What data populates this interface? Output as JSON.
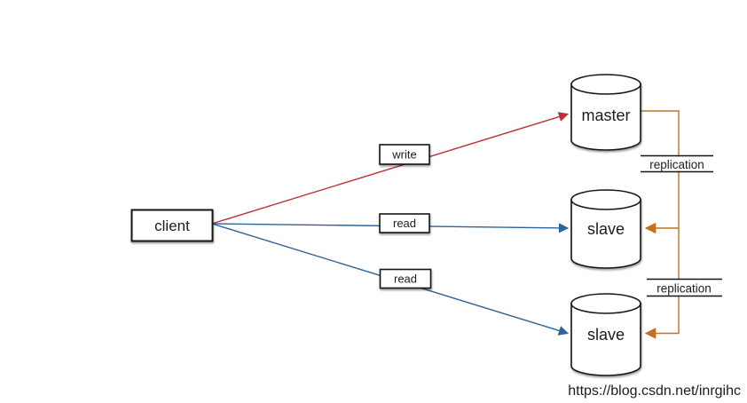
{
  "diagram": {
    "type": "master-slave-replication-diagram",
    "background": "#ffffff"
  },
  "colors": {
    "write_edge": "#bb3138",
    "read_edge": "#2d639c",
    "replication_edge": "#c4701f",
    "node_stroke": "#141414",
    "watermark_text": "#d8d8d8"
  },
  "nodes": {
    "client": {
      "label": "client",
      "shape": "rectangle"
    },
    "master": {
      "label": "master",
      "shape": "database-cylinder"
    },
    "slave_top": {
      "label": "slave",
      "shape": "database-cylinder"
    },
    "slave_bottom": {
      "label": "slave",
      "shape": "database-cylinder"
    }
  },
  "edges": {
    "write": {
      "label": "write",
      "from": "client",
      "to": "master"
    },
    "read_top": {
      "label": "read",
      "from": "client",
      "to": "slave_top"
    },
    "read_bottom": {
      "label": "read",
      "from": "client",
      "to": "slave_bottom"
    },
    "replication_top": {
      "label": "replication",
      "from": "master",
      "to": "slave_top"
    },
    "replication_bottom": {
      "label": "replication",
      "from": "master",
      "to": "slave_bottom"
    }
  },
  "watermark": {
    "text": "https://blog.csdn.net/inrgihc"
  }
}
